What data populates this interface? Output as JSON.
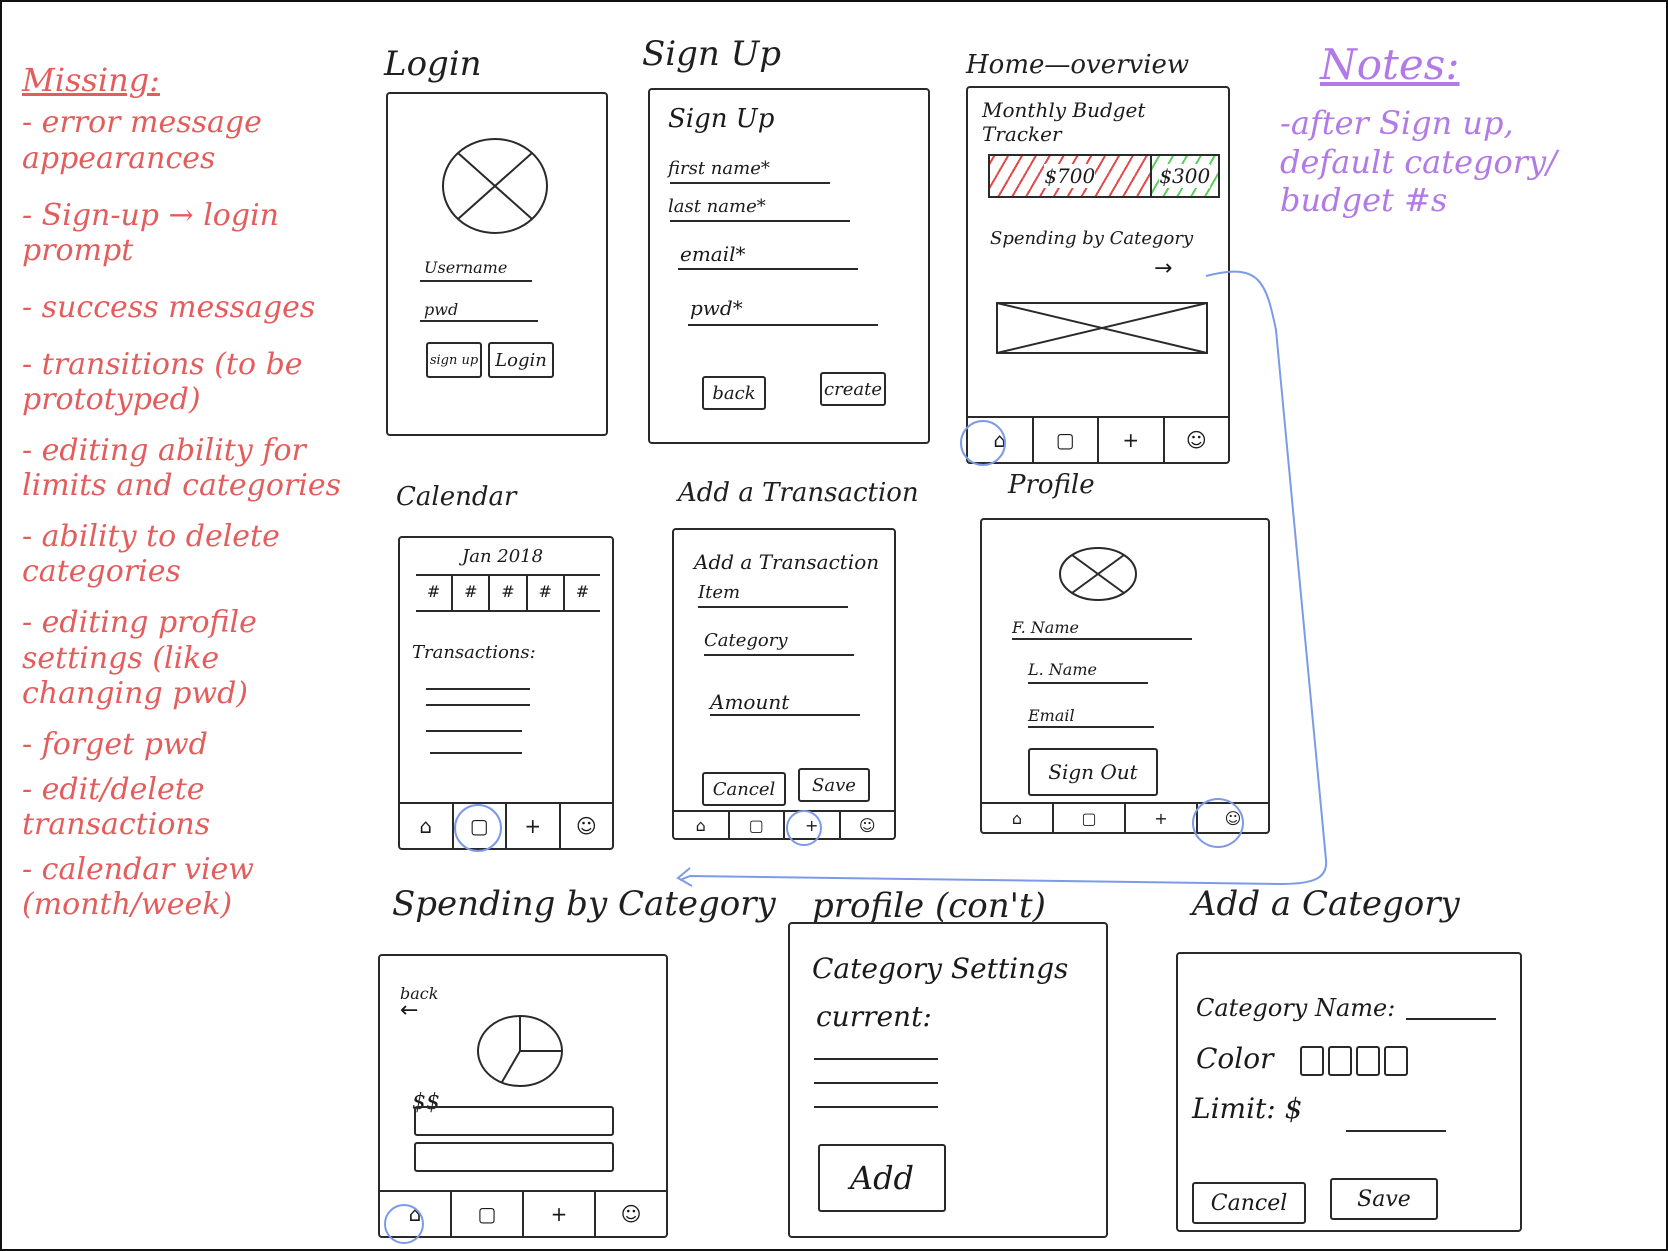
{
  "missing": {
    "title": "Missing:",
    "items": [
      "- error message appearances",
      "- Sign-up → login prompt",
      "- success messages",
      "- transitions (to be prototyped)",
      "- editing ability for limits and categories",
      "- ability to delete categories",
      "- editing profile settings (like changing pwd)",
      "- forget pwd",
      "- edit/delete transactions",
      "- calendar view (month/week)"
    ]
  },
  "notes": {
    "title": "Notes:",
    "body": "-after Sign up, default category/ budget #s"
  },
  "login": {
    "title": "Login",
    "username": "Username",
    "pwd": "pwd",
    "signup_btn": "sign up",
    "login_btn": "Login"
  },
  "signup": {
    "title": "Sign Up",
    "heading": "Sign Up",
    "first_name": "first name*",
    "last_name": "last name*",
    "email": "email*",
    "pwd": "pwd*",
    "back_btn": "back",
    "create_btn": "create"
  },
  "home": {
    "title": "Home—overview",
    "heading": "Monthly Budget Tracker",
    "spent": "$700",
    "remaining": "$300",
    "spending_label": "Spending by Category",
    "arrow": "→"
  },
  "calendar": {
    "title": "Calendar",
    "month": "Jan 2018",
    "days": [
      "#",
      "#",
      "#",
      "#",
      "#"
    ],
    "transactions_label": "Transactions:"
  },
  "add_transaction": {
    "title": "Add a Transaction",
    "heading": "Add a Transaction",
    "item": "Item",
    "category": "Category",
    "amount": "Amount",
    "cancel_btn": "Cancel",
    "save_btn": "Save"
  },
  "profile": {
    "title": "Profile",
    "first_name": "F. Name",
    "last_name": "L. Name",
    "email": "Email",
    "signout_btn": "Sign Out"
  },
  "spending": {
    "title": "Spending by Category",
    "back": "back",
    "amount_label": "$$"
  },
  "profile_cont": {
    "title": "profile (con't)",
    "heading": "Category Settings",
    "current": "current:",
    "add_btn": "Add"
  },
  "add_category": {
    "title": "Add a Category",
    "name_label": "Category Name:",
    "color_label": "Color",
    "limit_label": "Limit: $",
    "cancel_btn": "Cancel",
    "save_btn": "Save"
  },
  "nav": {
    "home_icon": "home-icon",
    "calendar_icon": "calendar-icon",
    "plus": "+",
    "profile_icon": "user-icon"
  },
  "colors": {
    "missing": "#e35d5d",
    "notes": "#b27ae6",
    "highlight": "#7c9ae8",
    "spent_hatch": "#e34b4b",
    "remaining_hatch": "#5ccf5c"
  }
}
